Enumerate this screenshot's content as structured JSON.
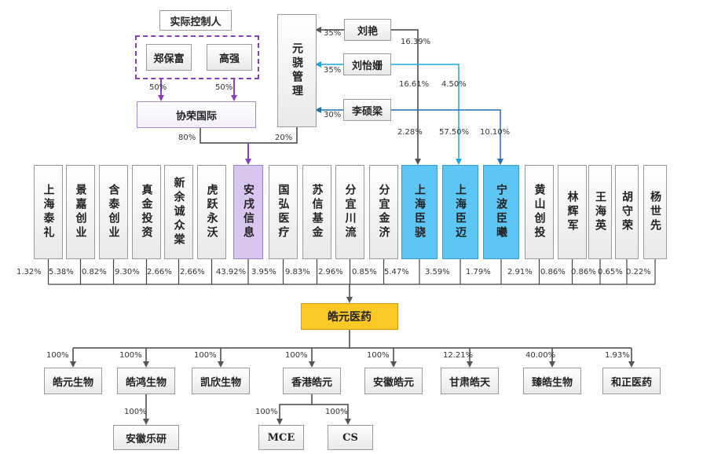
{
  "controller_group": {
    "title": "实际控制人",
    "members": [
      "郑保富",
      "高强"
    ],
    "member_pcts": [
      "50%",
      "50%"
    ]
  },
  "xierong": {
    "name": "协荣国际",
    "pct_to_anwu": "80%"
  },
  "yuanxiao": {
    "name": "元骁管理",
    "pct_to_anwu": "20%"
  },
  "people": [
    {
      "name": "刘艳",
      "pct_to_yuanxiao": "35%"
    },
    {
      "name": "刘怡姗",
      "pct_to_yuanxiao": "35%"
    },
    {
      "name": "李硕梁",
      "pct_to_yuanxiao": "30%"
    }
  ],
  "people_holding_labels": [
    "16.39%",
    "16.61%",
    "4.50%",
    "2.28%",
    "57.50%",
    "10.10%"
  ],
  "shareholders": [
    {
      "name": "上海泰礼",
      "pct": "1.32%"
    },
    {
      "name": "景嘉创业",
      "pct": "5.38%"
    },
    {
      "name": "含泰创业",
      "pct": "0.82%"
    },
    {
      "name": "真金投资",
      "pct": "9.30%"
    },
    {
      "name": "新余诚众棠",
      "pct": "2.66%"
    },
    {
      "name": "虎跃永沃",
      "pct": "2.66%"
    },
    {
      "name": "安戌信息",
      "pct": "43.92%"
    },
    {
      "name": "国弘医疗",
      "pct": "3.95%"
    },
    {
      "name": "苏信基金",
      "pct": "9.83%"
    },
    {
      "name": "分宜川流",
      "pct": "2.96%"
    },
    {
      "name": "分宜金济",
      "pct": "0.85%"
    },
    {
      "name": "上海臣骁",
      "pct": "5.47%"
    },
    {
      "name": "上海臣迈",
      "pct": "3.59%"
    },
    {
      "name": "宁波臣曦",
      "pct": "1.79%"
    },
    {
      "name": "黄山创投",
      "pct": "2.91%"
    },
    {
      "name": "林辉军",
      "pct": "0.86%"
    },
    {
      "name": "王海英",
      "pct": "0.86%"
    },
    {
      "name": "胡守荣",
      "pct": "0.65%"
    },
    {
      "name": "杨世先",
      "pct": "0.22%"
    }
  ],
  "company": {
    "name": "皓元医药"
  },
  "subsidiaries": [
    {
      "name": "皓元生物",
      "pct": "100%"
    },
    {
      "name": "皓鸿生物",
      "pct": "100%"
    },
    {
      "name": "凯欣生物",
      "pct": "100%"
    },
    {
      "name": "香港皓元",
      "pct": "100%"
    },
    {
      "name": "安徽皓元",
      "pct": "100%"
    },
    {
      "name": "甘肃皓天",
      "pct": "12.21%"
    },
    {
      "name": "臻皓生物",
      "pct": "40.00%"
    },
    {
      "name": "和正医药",
      "pct": "1.93%"
    }
  ],
  "sub_subsidiaries": [
    {
      "name": "安徽乐研",
      "pct": "100%",
      "parent": "皓鸿生物"
    },
    {
      "name": "MCE",
      "pct": "100%",
      "parent": "香港皓元"
    },
    {
      "name": "CS",
      "pct": "100%",
      "parent": "香港皓元"
    }
  ],
  "colors": {
    "purple": "#8a3fbf",
    "blue_light": "#19a7e0",
    "blue_dark": "#1f6fb5",
    "gray_line": "#555555",
    "yellow": "#fcc826"
  }
}
